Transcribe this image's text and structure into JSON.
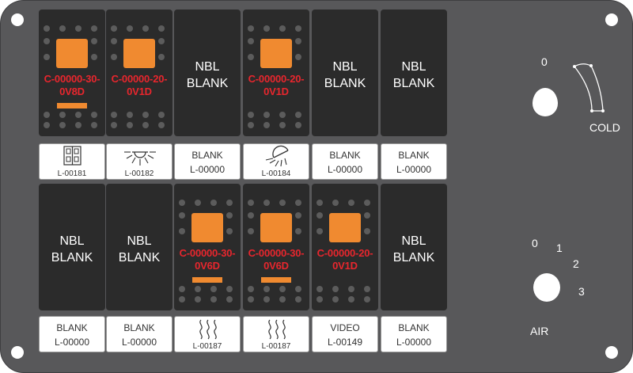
{
  "switches": [
    {
      "type": "lens",
      "code": "C-00000-30-\n0V8D",
      "bar": true
    },
    {
      "type": "lens",
      "code": "C-00000-20-\n0V1D",
      "bar": false
    },
    {
      "type": "blank",
      "text": "NBL\nBLANK"
    },
    {
      "type": "lens",
      "code": "C-00000-20-\n0V1D",
      "bar": false
    },
    {
      "type": "blank",
      "text": "NBL\nBLANK"
    },
    {
      "type": "blank",
      "text": "NBL\nBLANK"
    },
    {
      "type": "blank",
      "text": "NBL\nBLANK"
    },
    {
      "type": "blank",
      "text": "NBL\nBLANK"
    },
    {
      "type": "lens",
      "code": "C-00000-30-\n0V6D",
      "bar": true
    },
    {
      "type": "lens",
      "code": "C-00000-30-\n0V6D",
      "bar": true
    },
    {
      "type": "lens",
      "code": "C-00000-20-\n0V1D",
      "bar": false
    },
    {
      "type": "blank",
      "text": "NBL\nBLANK"
    }
  ],
  "labels": [
    {
      "icon": "dual-rectangle-icon",
      "code": "L-00181"
    },
    {
      "icon": "sun-rays-icon",
      "code": "L-00182"
    },
    {
      "title": "BLANK",
      "code": "L-00000"
    },
    {
      "icon": "dome-light-icon",
      "code": "L-00184"
    },
    {
      "title": "BLANK",
      "code": "L-00000"
    },
    {
      "title": "BLANK",
      "code": "L-00000"
    },
    {
      "title": "BLANK",
      "code": "L-00000"
    },
    {
      "title": "BLANK",
      "code": "L-00000"
    },
    {
      "icon": "heat-waves-icon",
      "code": "L-00187"
    },
    {
      "icon": "heat-waves-icon",
      "code": "L-00187"
    },
    {
      "title": "VIDEO",
      "code": "L-00149"
    },
    {
      "title": "BLANK",
      "code": "L-00000"
    }
  ],
  "temp_knob": {
    "zero": "0",
    "label": "COLD"
  },
  "air_knob": {
    "positions": [
      "0",
      "1",
      "2",
      "3"
    ],
    "label": "AIR"
  },
  "colors": {
    "panel": "#58585a",
    "switch": "#2b2b2b",
    "lens": "#f08a30",
    "code": "#e8262d"
  }
}
